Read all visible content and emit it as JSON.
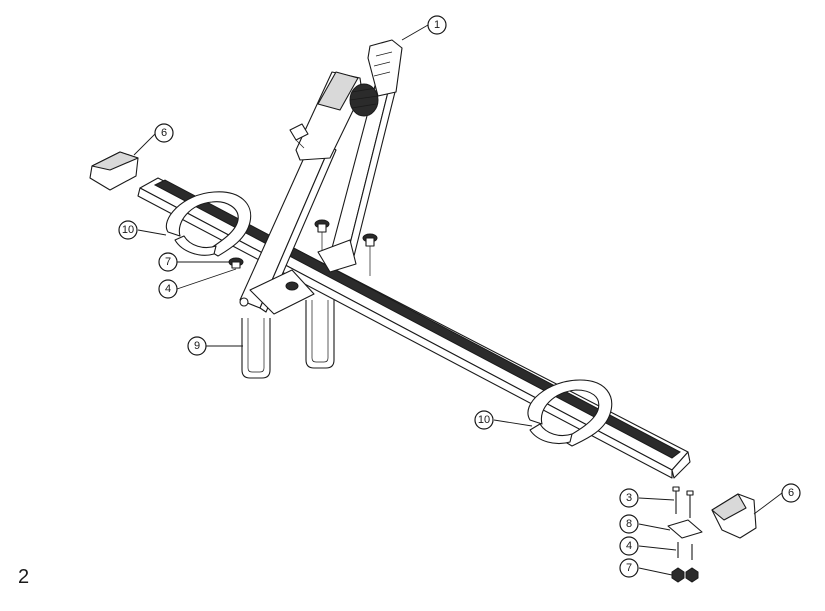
{
  "page": {
    "number": "2"
  },
  "callouts": [
    {
      "id": "c1",
      "label": "1"
    },
    {
      "id": "c6a",
      "label": "6"
    },
    {
      "id": "c10a",
      "label": "10"
    },
    {
      "id": "c7a",
      "label": "7"
    },
    {
      "id": "c4a",
      "label": "4"
    },
    {
      "id": "c9",
      "label": "9"
    },
    {
      "id": "c10b",
      "label": "10"
    },
    {
      "id": "c3",
      "label": "3"
    },
    {
      "id": "c6b",
      "label": "6"
    },
    {
      "id": "c8",
      "label": "8"
    },
    {
      "id": "c4b",
      "label": "4"
    },
    {
      "id": "c7b",
      "label": "7"
    }
  ]
}
